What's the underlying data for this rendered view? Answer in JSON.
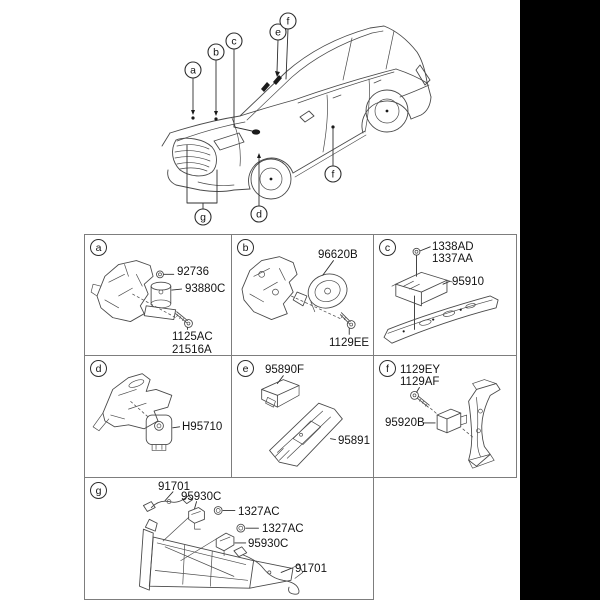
{
  "colors": {
    "background": "#ffffff",
    "line_art": "#4a4a4a",
    "text": "#141414",
    "cell_border": "#7d7d7d",
    "right_band": "#000000"
  },
  "diagram": {
    "description": "sedan-isometric-view-with-sensor-locations",
    "callouts": [
      {
        "letter": "a"
      },
      {
        "letter": "b"
      },
      {
        "letter": "c"
      },
      {
        "letter": "e"
      },
      {
        "letter": "f"
      },
      {
        "letter": "f"
      },
      {
        "letter": "d"
      },
      {
        "letter": "g"
      }
    ]
  },
  "table": {
    "cells": [
      {
        "id": "a",
        "parts": [
          {
            "label": "92736"
          },
          {
            "label": "93880C"
          },
          {
            "label": "1125AC"
          },
          {
            "label": "21516A"
          }
        ]
      },
      {
        "id": "b",
        "parts": [
          {
            "label": "96620B"
          },
          {
            "label": "1129EE"
          }
        ]
      },
      {
        "id": "c",
        "parts": [
          {
            "label": "1338AD"
          },
          {
            "label": "1337AA"
          },
          {
            "label": "95910"
          }
        ]
      },
      {
        "id": "d",
        "parts": [
          {
            "label": "H95710"
          }
        ]
      },
      {
        "id": "e",
        "parts": [
          {
            "label": "95890F"
          },
          {
            "label": "95891"
          }
        ]
      },
      {
        "id": "f",
        "parts": [
          {
            "label": "1129EY"
          },
          {
            "label": "1129AF"
          },
          {
            "label": "95920B"
          }
        ]
      },
      {
        "id": "g",
        "parts": [
          {
            "label": "91701"
          },
          {
            "label": "95930C"
          },
          {
            "label": "1327AC"
          },
          {
            "label": "1327AC"
          },
          {
            "label": "95930C"
          },
          {
            "label": "91701"
          }
        ]
      }
    ]
  }
}
